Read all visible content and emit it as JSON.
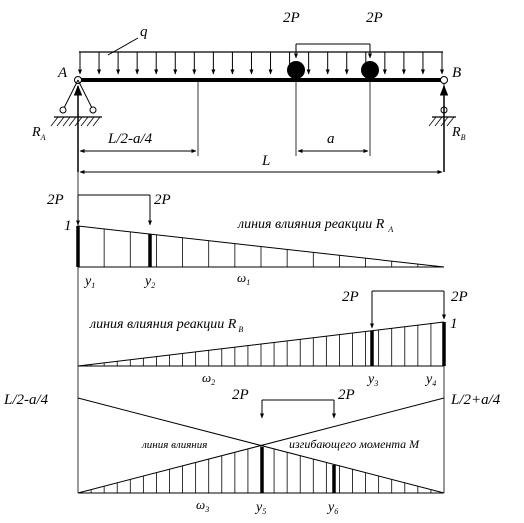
{
  "beam": {
    "label_a": "A",
    "label_b": "B",
    "load_q": "q",
    "force_left": "2P",
    "force_right": "2P",
    "reaction_a": "R",
    "reaction_a_sub": "A",
    "reaction_b": "R",
    "reaction_b_sub": "B"
  },
  "dimensions": {
    "left_offset": "L/2-a/4",
    "spacing": "a",
    "span": "L"
  },
  "line_ra": {
    "force_1": "2P",
    "force_2": "2P",
    "max_ordinate": "1",
    "title": "линия влияния реакции R",
    "title_sub": "A",
    "y1": "y",
    "y1_sub": "1",
    "y2": "y",
    "y2_sub": "2",
    "omega": "ω",
    "omega_sub": "1"
  },
  "line_rb": {
    "force_1": "2P",
    "force_2": "2P",
    "max_ordinate": "1",
    "title": "линия влияния реакции R",
    "title_sub": "B",
    "y3": "y",
    "y3_sub": "3",
    "y4": "y",
    "y4_sub": "4",
    "omega": "ω",
    "omega_sub": "2"
  },
  "line_m": {
    "left_ordinate": "L/2-a/4",
    "right_ordinate": "L/2+a/4",
    "force_1": "2P",
    "force_2": "2P",
    "title_1": "линия влияния",
    "title_2": "изгибающего момента M",
    "y5": "y",
    "y5_sub": "5",
    "y6": "y",
    "y6_sub": "6",
    "omega": "ω",
    "omega_sub": "3"
  }
}
